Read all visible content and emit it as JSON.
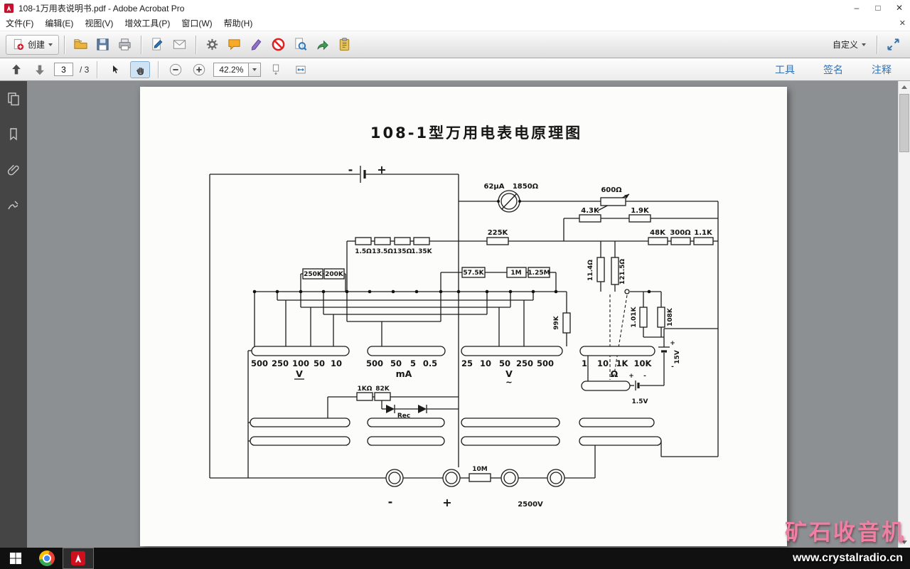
{
  "colors": {
    "acrobat_red": "#c8102e",
    "link_blue": "#3173b4",
    "watermark_pink": "#ef7fa3",
    "taskbar_black": "#101010"
  },
  "window": {
    "title": "108-1万用表说明书.pdf - Adobe Acrobat Pro",
    "minimize_glyph": "–",
    "maximize_glyph": "□",
    "close_glyph": "✕"
  },
  "menu": {
    "items": [
      "文件(F)",
      "编辑(E)",
      "视图(V)",
      "增效工具(P)",
      "窗口(W)",
      "帮助(H)"
    ],
    "close_glyph": "✕"
  },
  "toolbar": {
    "create_label": "创建",
    "customize_label": "自定义"
  },
  "navbar": {
    "page_current": "3",
    "page_total": "/ 3",
    "zoom_value": "42.2%",
    "tools_label": "工具",
    "sign_label": "签名",
    "comment_label": "注释"
  },
  "watermark": {
    "title": "矿石收音机",
    "url": "www.crystalradio.cn"
  },
  "schematic": {
    "title": "108-1型万用电表电原理图",
    "meter": {
      "current": "62μA",
      "resistance": "1850Ω"
    },
    "labels": {
      "r600": "600Ω",
      "r4_3k": "4.3K",
      "r1_9k": "1.9K",
      "r225k": "225K",
      "r48k": "48K",
      "r300": "300Ω",
      "r1_1k": "1.1K",
      "shunt1": "1.5Ω",
      "shunt2": "13.5Ω",
      "shunt3": "135Ω",
      "shunt4": "1.35K",
      "r250k": "250K",
      "r200k": "200K",
      "r57_5k": "57.5K",
      "r1m": "1M",
      "r1_25m": "1.25M",
      "r11_4": "11.4Ω",
      "r121_5": "121.5Ω",
      "r99k": "99K",
      "r1_01k": "1.01K",
      "r108k": "108K",
      "r1k": "1KΩ",
      "r82k": "82K",
      "rec": "Rec",
      "r10m": "10M",
      "bat_15v": "15V",
      "bat_1_5v": "1.5V",
      "bat_plus": "+",
      "bat_minus": "-",
      "term_minus": "-",
      "term_plus": "+",
      "term_hv": "2500V"
    },
    "ranges": {
      "dcv": {
        "values": [
          "500",
          "250",
          "100",
          "50",
          "10"
        ],
        "unit": "V"
      },
      "ma": {
        "values": [
          "500",
          "50",
          "5",
          "0.5"
        ],
        "unit": "mA"
      },
      "acv": {
        "values": [
          "25",
          "10",
          "50",
          "250",
          "500"
        ],
        "unit": "V",
        "ac_mark": "~"
      },
      "ohm": {
        "values": [
          "1",
          "10",
          "1K",
          "10K"
        ],
        "unit": "Ω"
      }
    }
  }
}
